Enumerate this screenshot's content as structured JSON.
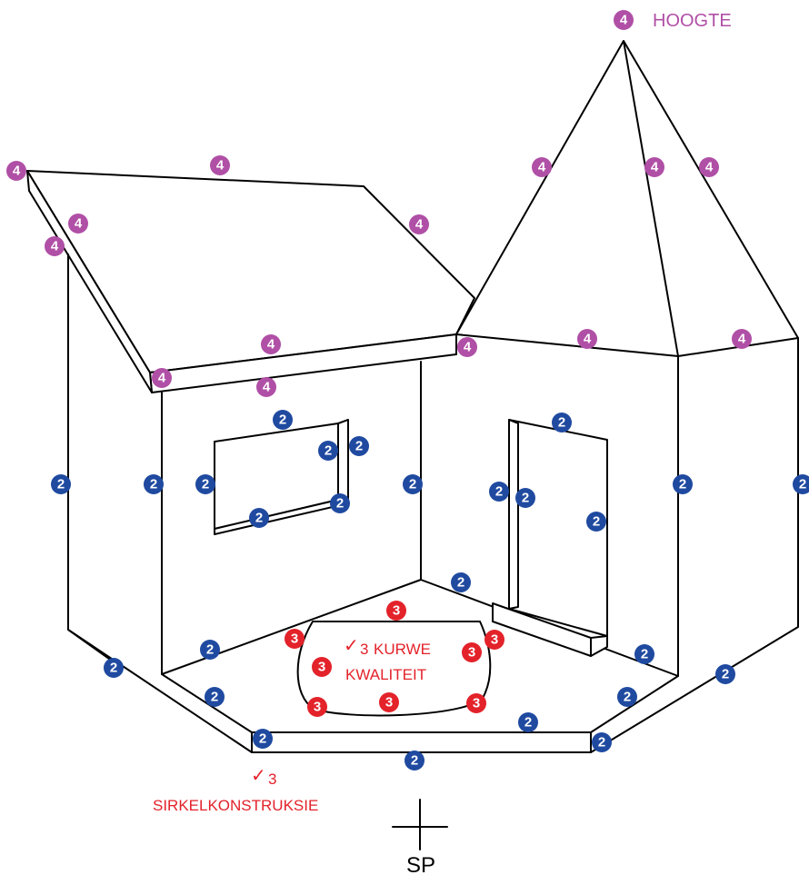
{
  "colors": {
    "height": "#b04fa6",
    "plane": "#1f4aa0",
    "curve": "#e3222a",
    "line": "#000000"
  },
  "labels": {
    "height_marker": "4",
    "height_title": "HOOGTE",
    "curve_check": "✓",
    "curve_number": "3",
    "curve_line1": "KURWE",
    "curve_line2": "KWALITEIT",
    "circle_check": "✓",
    "circle_number": "3",
    "circle_title": "SIRKELKONSTRUKSIE",
    "station_point": "SP"
  },
  "markers": {
    "height": "4",
    "plane": "2",
    "curve": "3"
  }
}
